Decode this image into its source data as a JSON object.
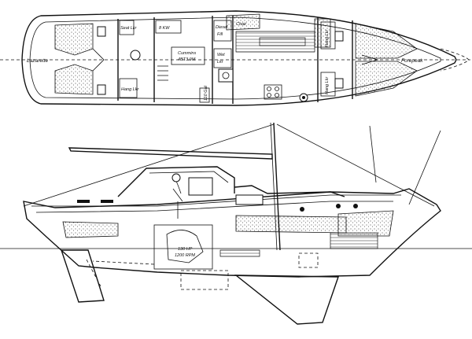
{
  "labels": {
    "lazarette": "Lazarette",
    "forepeak": "Forepeak",
    "seat_lkr": "Seat Lkr",
    "hang_lkr_aft": "Hang Lkr",
    "hang_lkr_fwd_top": "Hang Lkr",
    "hang_lkr_fwd_bottom": "Hang Lkr",
    "generator": "8 KW",
    "engine_line1": "Cummins",
    "engine_line2": "4BT3.9M",
    "diesel_top": "Diesel",
    "diesel_bottom": "Fill",
    "chair": "Chair",
    "wet_lkr_top": "Wet",
    "wet_lkr_bottom": "Lkr",
    "fuel_gal": "110 Gal",
    "engine_hp": "130 HP",
    "engine_rpm": "1200 RPM"
  }
}
